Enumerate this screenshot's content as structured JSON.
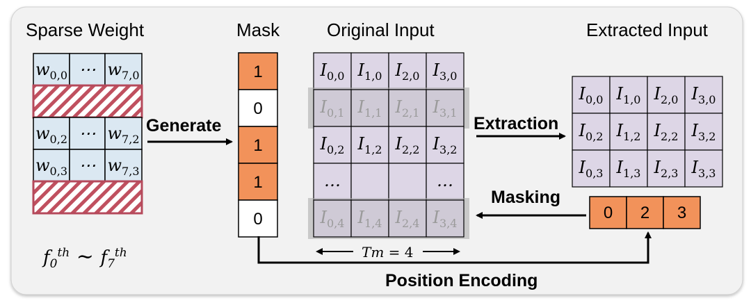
{
  "titles": {
    "sparse_weight": "Sparse Weight",
    "mask": "Mask",
    "original_input": "Original Input",
    "extracted_input": "Extracted Input"
  },
  "labels": {
    "generate": "Generate",
    "extraction": "Extraction",
    "masking": "Masking",
    "position_encoding": "Position Encoding",
    "tm": "Tm = 4",
    "filter_range": "f0th ~ f7th"
  },
  "weight_rows": [
    {
      "type": "dense",
      "cells": [
        {
          "base": "w",
          "sub": "0,0"
        },
        {
          "base": "⋯",
          "sub": ""
        },
        {
          "base": "w",
          "sub": "7,0"
        }
      ]
    },
    {
      "type": "pruned",
      "cells": []
    },
    {
      "type": "dense",
      "cells": [
        {
          "base": "w",
          "sub": "0,2"
        },
        {
          "base": "⋯",
          "sub": ""
        },
        {
          "base": "w",
          "sub": "7,2"
        }
      ]
    },
    {
      "type": "dense",
      "cells": [
        {
          "base": "w",
          "sub": "0,3"
        },
        {
          "base": "⋯",
          "sub": ""
        },
        {
          "base": "w",
          "sub": "7,3"
        }
      ]
    },
    {
      "type": "pruned",
      "cells": []
    }
  ],
  "mask_values": [
    "1",
    "0",
    "1",
    "1",
    "0"
  ],
  "original_input": [
    {
      "grey": false,
      "cells": [
        {
          "base": "I",
          "sub": "0,0"
        },
        {
          "base": "I",
          "sub": "1,0"
        },
        {
          "base": "I",
          "sub": "2,0"
        },
        {
          "base": "I",
          "sub": "3,0"
        }
      ]
    },
    {
      "grey": true,
      "cells": [
        {
          "base": "I",
          "sub": "0,1"
        },
        {
          "base": "I",
          "sub": "1,1"
        },
        {
          "base": "I",
          "sub": "2,1"
        },
        {
          "base": "I",
          "sub": "3,1"
        }
      ]
    },
    {
      "grey": false,
      "cells": [
        {
          "base": "I",
          "sub": "0,2"
        },
        {
          "base": "I",
          "sub": "1,2"
        },
        {
          "base": "I",
          "sub": "2,2"
        },
        {
          "base": "I",
          "sub": "3,2"
        }
      ]
    },
    {
      "grey": false,
      "cells": [
        {
          "base": "…",
          "sub": ""
        },
        {
          "base": "",
          "sub": ""
        },
        {
          "base": "",
          "sub": ""
        },
        {
          "base": "…",
          "sub": ""
        }
      ]
    },
    {
      "grey": true,
      "cells": [
        {
          "base": "I",
          "sub": "0,4"
        },
        {
          "base": "I",
          "sub": "1,4"
        },
        {
          "base": "I",
          "sub": "2,4"
        },
        {
          "base": "I",
          "sub": "3,4"
        }
      ]
    }
  ],
  "extracted_input": [
    [
      {
        "base": "I",
        "sub": "0,0"
      },
      {
        "base": "I",
        "sub": "1,0"
      },
      {
        "base": "I",
        "sub": "2,0"
      },
      {
        "base": "I",
        "sub": "3,0"
      }
    ],
    [
      {
        "base": "I",
        "sub": "0,2"
      },
      {
        "base": "I",
        "sub": "1,2"
      },
      {
        "base": "I",
        "sub": "2,2"
      },
      {
        "base": "I",
        "sub": "3,2"
      }
    ],
    [
      {
        "base": "I",
        "sub": "0,3"
      },
      {
        "base": "I",
        "sub": "1,3"
      },
      {
        "base": "I",
        "sub": "2,3"
      },
      {
        "base": "I",
        "sub": "3,3"
      }
    ]
  ],
  "position_values": [
    "0",
    "2",
    "3"
  ],
  "colors": {
    "panel_bg": "#f2f2f2",
    "weight_cell": "#dbe8f2",
    "pruned_border": "#b5495b",
    "pruned_hatch": "#c0505f",
    "mask_orange": "#f2925a",
    "input_cell": "#ddd6e6",
    "grey_band": "#a8a8a8",
    "grey_text": "#9a9a9a"
  }
}
